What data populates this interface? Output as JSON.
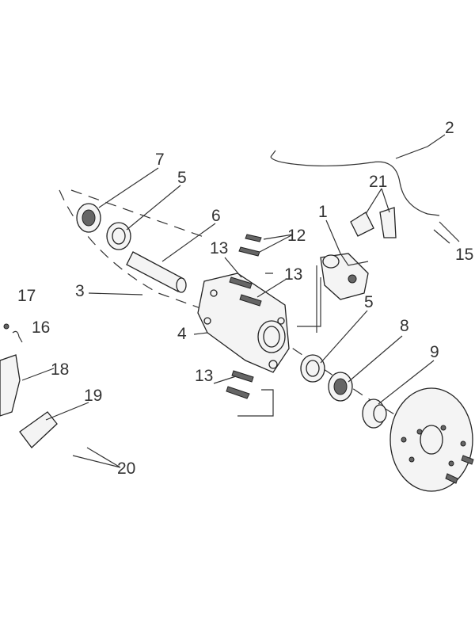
{
  "diagram": {
    "callouts": {
      "c2": "2",
      "c21": "21",
      "c1": "1",
      "c15": "15",
      "c7": "7",
      "c5a": "5",
      "c6": "6",
      "c12": "12",
      "c13a": "13",
      "c13b": "13",
      "c3": "3",
      "c17": "17",
      "c16": "16",
      "c4": "4",
      "c5b": "5",
      "c8": "8",
      "c9": "9",
      "c18": "18",
      "c19": "19",
      "c13c": "13",
      "c20": "20"
    }
  }
}
